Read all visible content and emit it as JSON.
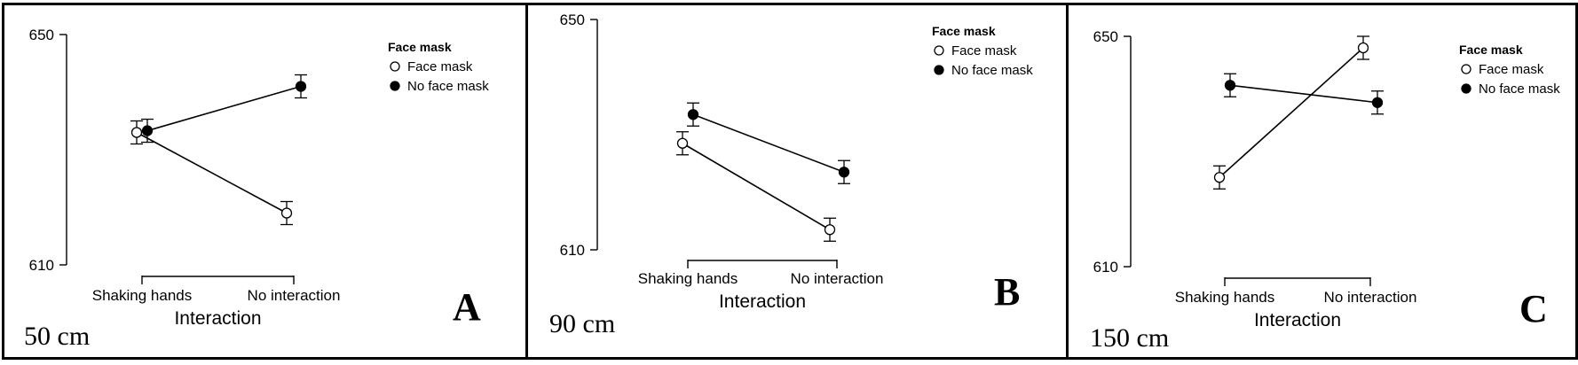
{
  "chart_data": [
    {
      "type": "line",
      "panel_letter": "A",
      "distance": "50 cm",
      "xlabel": "Interaction",
      "ylabel": "",
      "categories": [
        "Shaking hands",
        "No interaction"
      ],
      "ylim": [
        610,
        650
      ],
      "yticks": [
        "650",
        "610"
      ],
      "legend": {
        "title": "Face mask",
        "position": "top-right"
      },
      "series": [
        {
          "name": "Face mask",
          "marker": "open-circle",
          "values": [
            633,
            619
          ],
          "errors": [
            2,
            2
          ]
        },
        {
          "name": "No face mask",
          "marker": "filled-circle",
          "values": [
            633.3,
            641
          ],
          "errors": [
            2,
            2
          ]
        }
      ]
    },
    {
      "type": "line",
      "panel_letter": "B",
      "distance": "90 cm",
      "xlabel": "Interaction",
      "ylabel": "",
      "categories": [
        "Shaking hands",
        "No interaction"
      ],
      "ylim": [
        610,
        650
      ],
      "yticks": [
        "650",
        "610"
      ],
      "legend": {
        "title": "Face mask",
        "position": "top-right"
      },
      "series": [
        {
          "name": "Face mask",
          "marker": "open-circle",
          "values": [
            628.5,
            613.5
          ],
          "errors": [
            2,
            2
          ]
        },
        {
          "name": "No face mask",
          "marker": "filled-circle",
          "values": [
            633.5,
            623.5
          ],
          "errors": [
            2,
            2
          ]
        }
      ]
    },
    {
      "type": "line",
      "panel_letter": "C",
      "distance": "150 cm",
      "xlabel": "Interaction",
      "ylabel": "",
      "categories": [
        "Shaking hands",
        "No interaction"
      ],
      "ylim": [
        610,
        650
      ],
      "yticks": [
        "650",
        "610"
      ],
      "legend": {
        "title": "Face mask",
        "position": "top-right"
      },
      "series": [
        {
          "name": "Face mask",
          "marker": "open-circle",
          "values": [
            625.5,
            648
          ],
          "errors": [
            2,
            2
          ]
        },
        {
          "name": "No face mask",
          "marker": "filled-circle",
          "values": [
            641.5,
            638.5
          ],
          "errors": [
            2,
            2
          ]
        }
      ]
    }
  ]
}
